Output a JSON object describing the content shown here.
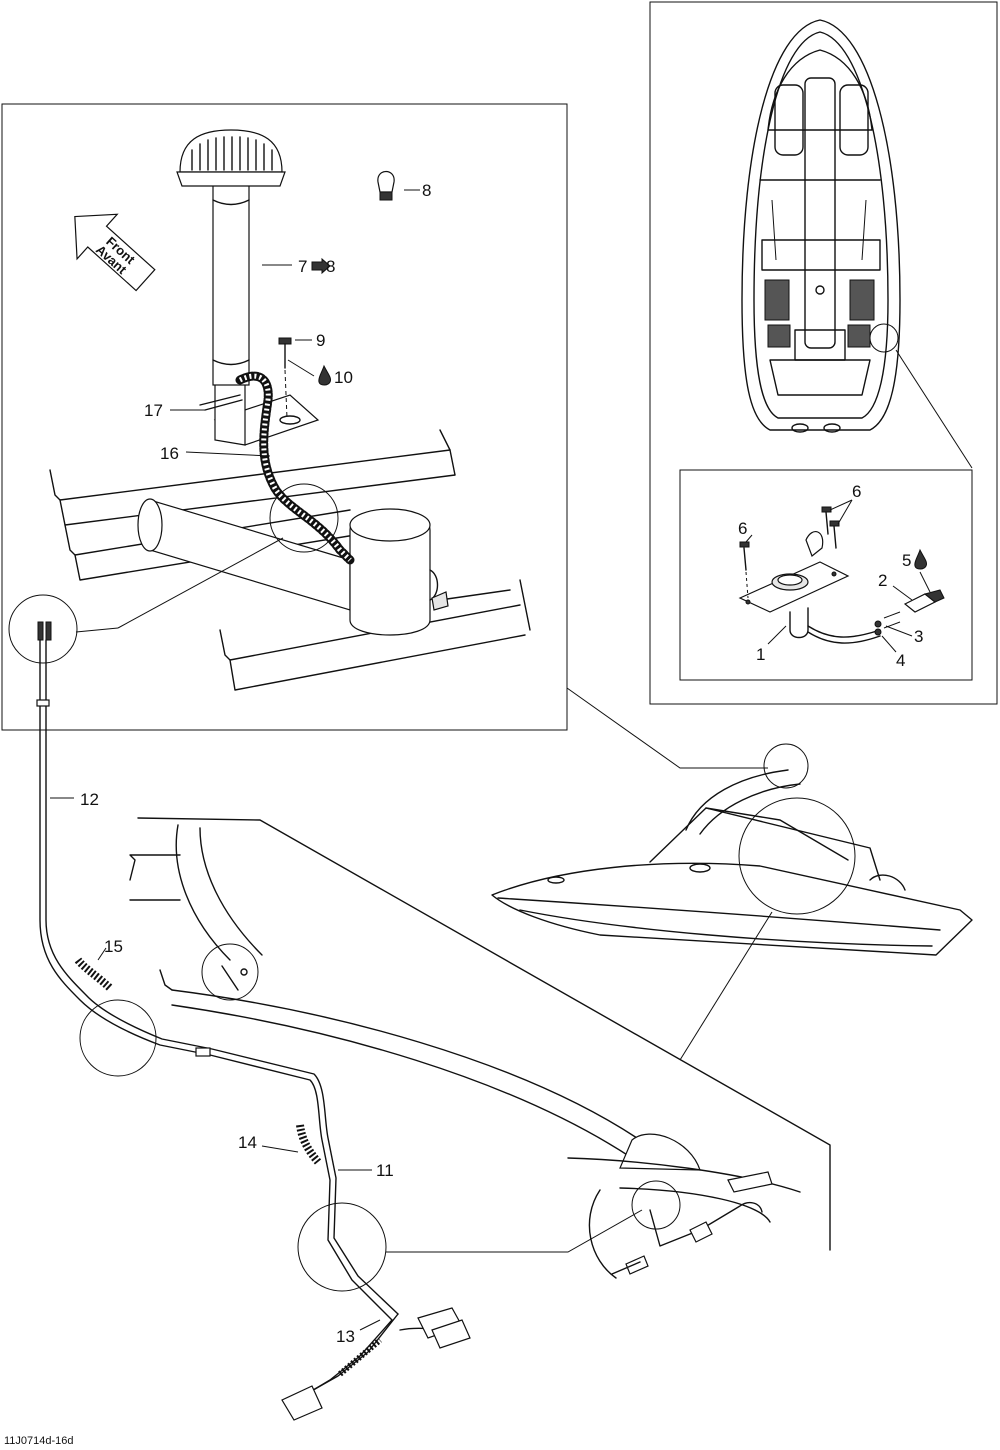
{
  "callouts": {
    "c1": "1",
    "c2": "2",
    "c3": "3",
    "c4": "4",
    "c5": "5",
    "c6a": "6",
    "c6b": "6",
    "c7": "7",
    "c7_ref": "8",
    "c8": "8",
    "c9": "9",
    "c10": "10",
    "c11": "11",
    "c12": "12",
    "c13": "13",
    "c14": "14",
    "c15": "15",
    "c16": "16",
    "c17": "17"
  },
  "direction_arrow": {
    "line1": "Front",
    "line2": "Avant"
  },
  "drawing_code": "11J0714d-16d",
  "icons": {
    "adhesive": "drop-icon",
    "refer": "arrow-right-icon"
  }
}
